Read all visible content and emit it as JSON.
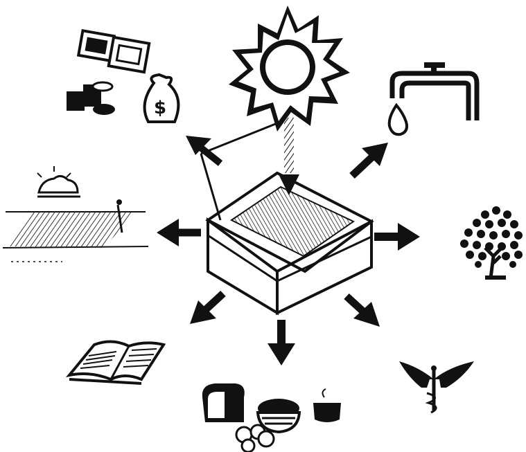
{
  "diagram": {
    "center": "solar-cooker-box",
    "source": "sun",
    "benefits": [
      {
        "name": "money-savings",
        "icon": "money-icon"
      },
      {
        "name": "clean-water",
        "icon": "faucet-icon"
      },
      {
        "name": "trees-saved",
        "icon": "tree-icon"
      },
      {
        "name": "health",
        "icon": "caduceus-icon"
      },
      {
        "name": "food",
        "icon": "food-icon"
      },
      {
        "name": "education",
        "icon": "book-icon"
      },
      {
        "name": "agriculture",
        "icon": "farm-field-icon"
      }
    ],
    "colors": {
      "ink": "#111111",
      "paper": "#ffffff"
    }
  }
}
